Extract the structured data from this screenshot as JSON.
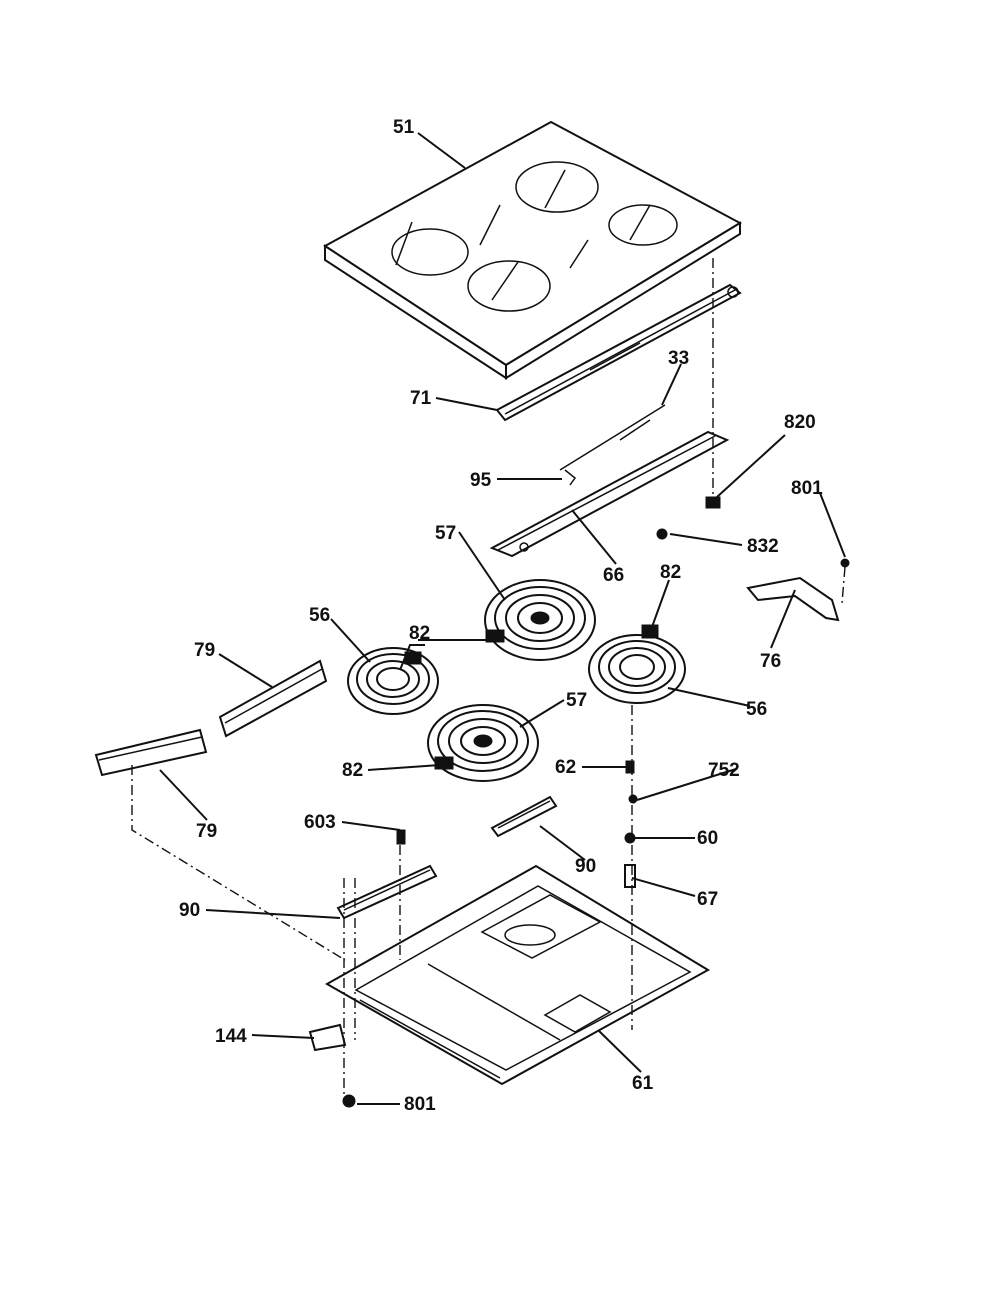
{
  "diagram": {
    "callouts": [
      {
        "id": "c51",
        "text": "51"
      },
      {
        "id": "c71",
        "text": "71"
      },
      {
        "id": "c33",
        "text": "33"
      },
      {
        "id": "c95",
        "text": "95"
      },
      {
        "id": "c820",
        "text": "820"
      },
      {
        "id": "c801a",
        "text": "801"
      },
      {
        "id": "c832",
        "text": "832"
      },
      {
        "id": "c57a",
        "text": "57"
      },
      {
        "id": "c66",
        "text": "66"
      },
      {
        "id": "c82a",
        "text": "82"
      },
      {
        "id": "c82b",
        "text": "82"
      },
      {
        "id": "c56a",
        "text": "56"
      },
      {
        "id": "c79a",
        "text": "79"
      },
      {
        "id": "c76",
        "text": "76"
      },
      {
        "id": "c57b",
        "text": "57"
      },
      {
        "id": "c56b",
        "text": "56"
      },
      {
        "id": "c82c",
        "text": "82"
      },
      {
        "id": "c62",
        "text": "62"
      },
      {
        "id": "c752",
        "text": "752"
      },
      {
        "id": "c79b",
        "text": "79"
      },
      {
        "id": "c603",
        "text": "603"
      },
      {
        "id": "c60",
        "text": "60"
      },
      {
        "id": "c90a",
        "text": "90"
      },
      {
        "id": "c67",
        "text": "67"
      },
      {
        "id": "c90b",
        "text": "90"
      },
      {
        "id": "c144",
        "text": "144"
      },
      {
        "id": "c61",
        "text": "61"
      },
      {
        "id": "c801b",
        "text": "801"
      }
    ]
  }
}
